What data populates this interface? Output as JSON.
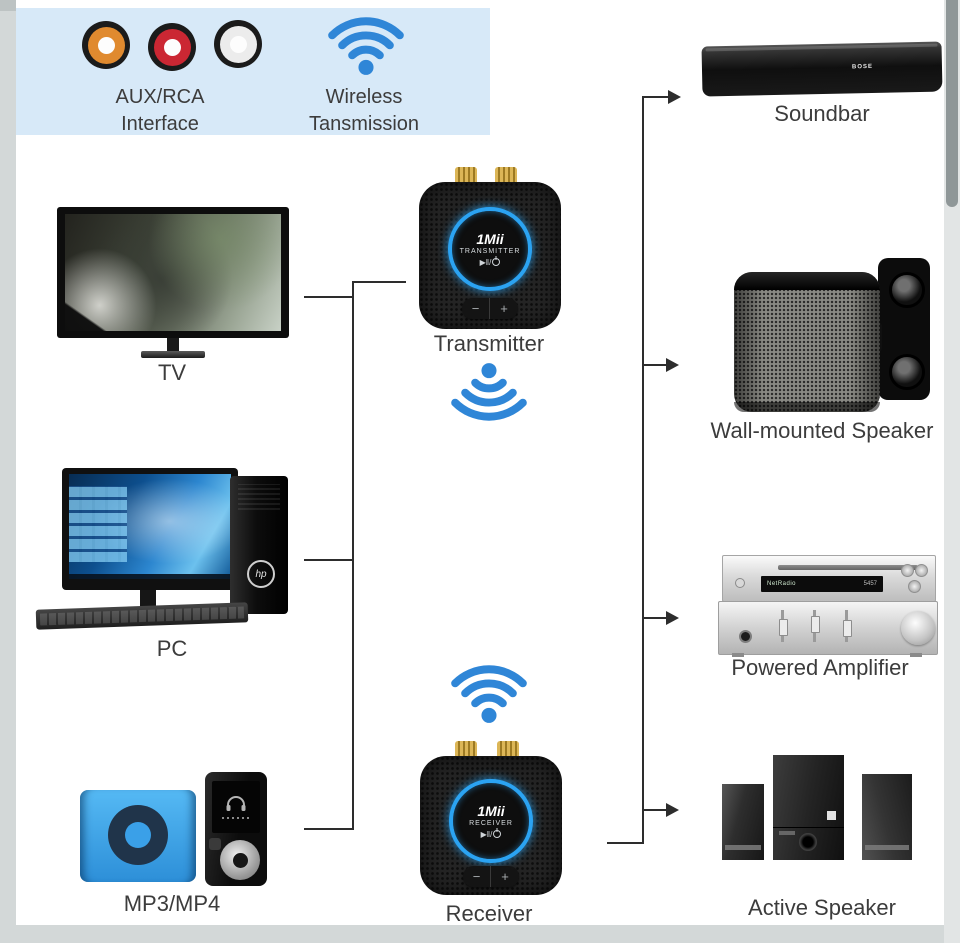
{
  "colors": {
    "accent": "#2f86d7",
    "line": "#2d2d2d",
    "header-bg": "#d7e9f8",
    "text": "#3c3c3c",
    "rca-orange": "#e08a2f",
    "rca-red": "#cb2733",
    "rca-white": "#ececec",
    "ring-blue": "#2ba3f2"
  },
  "header": {
    "aux_line1": "AUX/RCA",
    "aux_line2": "Interface",
    "wifi_line1": "Wireless",
    "wifi_line2": "Tansmission"
  },
  "sources": {
    "tv_label": "TV",
    "pc_label": "PC",
    "pc_logo": "hp",
    "mp3_label": "MP3/MP4"
  },
  "center": {
    "transmitter": {
      "brand": "1Mii",
      "mode": "TRANSMITTER",
      "controls": "▶‖/",
      "minus": "−",
      "plus": "+",
      "label": "Transmitter"
    },
    "receiver": {
      "brand": "1Mii",
      "mode": "RECEIVER",
      "controls": "▶‖/",
      "minus": "−",
      "plus": "+",
      "label": "Receiver"
    }
  },
  "outputs": {
    "soundbar": {
      "label": "Soundbar",
      "brand": "BOSE"
    },
    "wall_speaker": {
      "label": "Wall-mounted Speaker"
    },
    "amplifier": {
      "label": "Powered Amplifier",
      "display_left": "NetRadio",
      "display_right": "5457"
    },
    "active_speaker": {
      "label": "Active Speaker"
    }
  }
}
